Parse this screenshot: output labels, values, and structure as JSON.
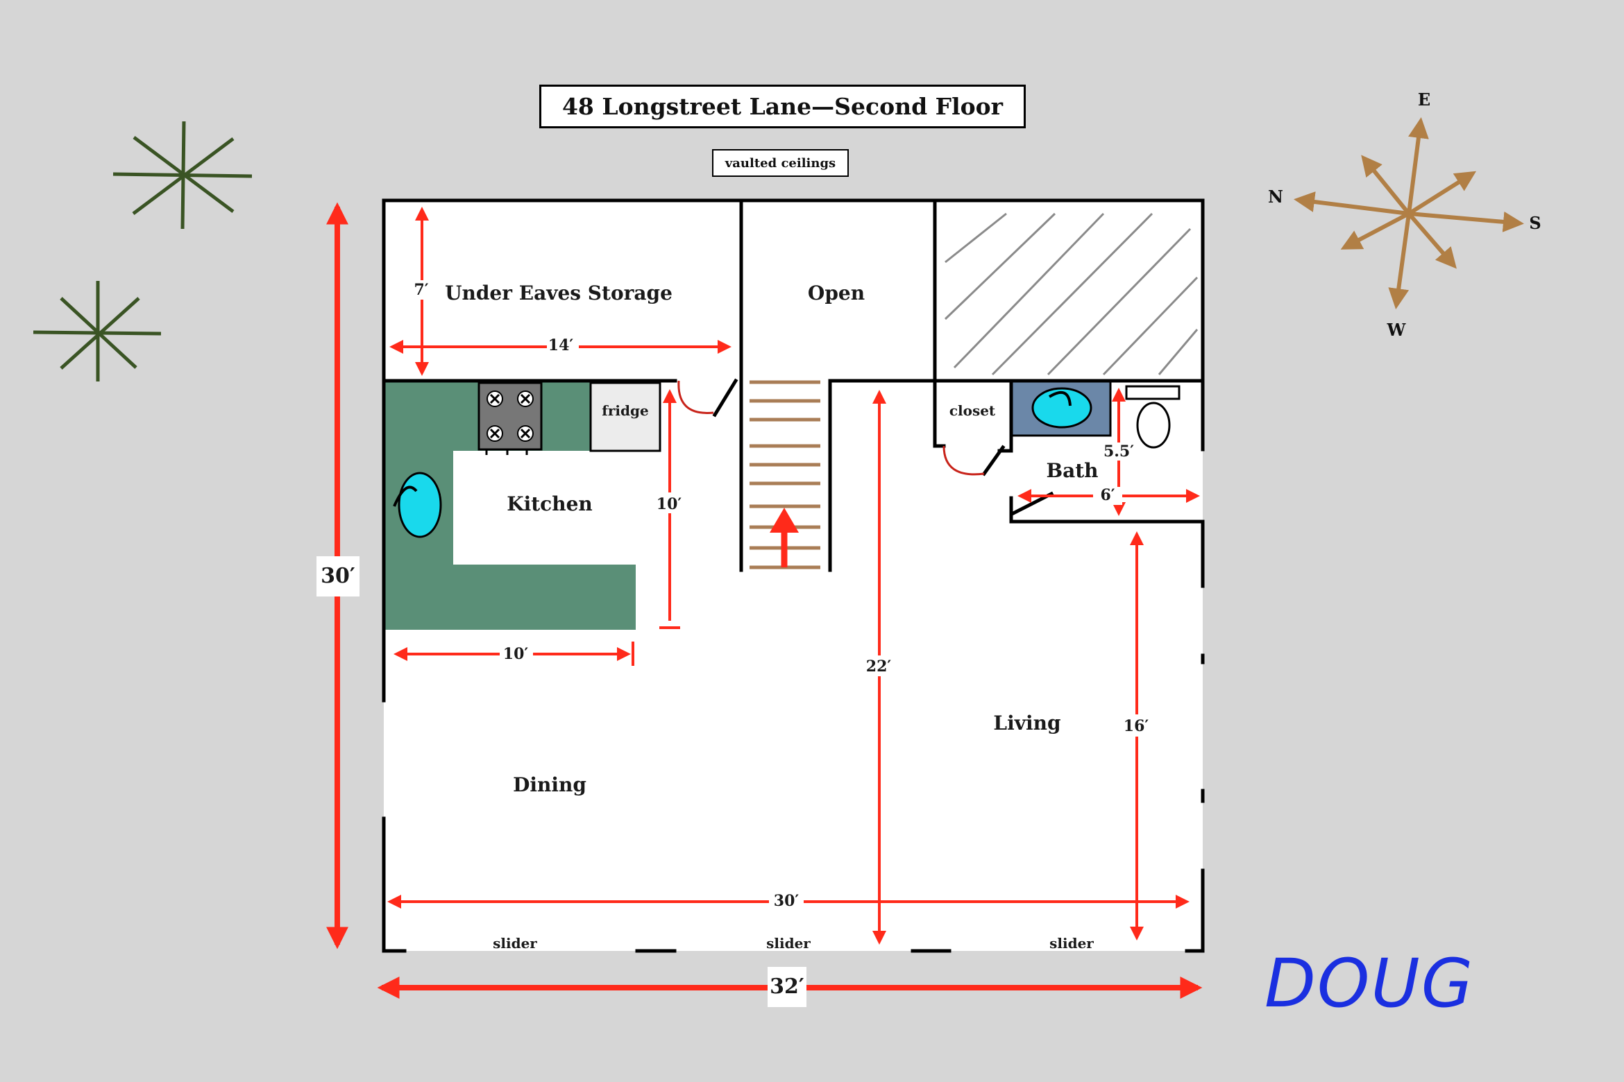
{
  "title": "48 Longstreet Lane—Second Floor",
  "subtitle": "vaulted ceilings",
  "rooms": {
    "storage": "Under Eaves Storage",
    "open": "Open",
    "kitchen": "Kitchen",
    "fridge": "fridge",
    "closet": "closet",
    "bath": "Bath",
    "living": "Living",
    "dining": "Dining"
  },
  "doors": {
    "slider_left": "slider",
    "slider_middle": "slider",
    "slider_right": "slider"
  },
  "dimensions": {
    "overall_height": "30′",
    "overall_width": "32′",
    "storage_height": "7′",
    "storage_width": "14′",
    "kitchen_depth": "10′",
    "kitchen_width": "10′",
    "bath_depth": "5.5′",
    "bath_width": "6′",
    "interior_width": "30′",
    "living_depth_total": "22′",
    "living_depth": "16′"
  },
  "compass": {
    "north": "N",
    "east": "E",
    "south": "S",
    "west": "W"
  },
  "signature": "DOUG",
  "colors": {
    "background": "#d6d6d6",
    "wall": "#000000",
    "dimension_arrow": "#ff2a1a",
    "counter": "#5a8f77",
    "sink_water": "#19d9ec",
    "bath_vanity": "#6b87a8",
    "stair_tread": "#a97d56",
    "compass": "#b17f45",
    "decoration_star": "#3a5424",
    "signature": "#1a2fe0"
  },
  "icons": [
    "star-decoration-icon",
    "compass-rose-icon",
    "stove-icon",
    "sink-icon",
    "toilet-icon",
    "stair-arrow-icon"
  ]
}
